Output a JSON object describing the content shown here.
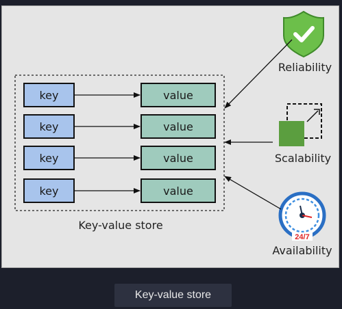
{
  "diagram": {
    "store_label": "Key-value store",
    "rows": [
      {
        "key": "key",
        "value": "value"
      },
      {
        "key": "key",
        "value": "value"
      },
      {
        "key": "key",
        "value": "value"
      },
      {
        "key": "key",
        "value": "value"
      }
    ],
    "properties": [
      {
        "label": "Reliability",
        "icon": "shield-check-icon"
      },
      {
        "label": "Scalability",
        "icon": "scale-box-icon"
      },
      {
        "label": "Availability",
        "icon": "clock-24-7-icon",
        "badge": "24/7"
      }
    ],
    "colors": {
      "key_fill": "#a8c4ec",
      "value_fill": "#9fcbbd",
      "shield_green": "#6cbf4a",
      "scale_green": "#5b9e3f",
      "clock_blue": "#2a6fc4",
      "badge_red": "#e02424"
    }
  },
  "caption": {
    "text": "Key-value store"
  }
}
